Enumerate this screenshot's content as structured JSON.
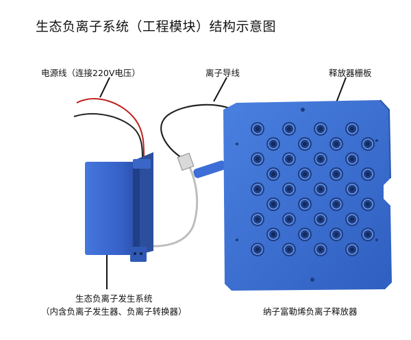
{
  "title": "生态负离子系统（工程模块）结构示意图",
  "labels": {
    "power_cord": "电源线（连接220V电压）",
    "ion_wire": "离子导线",
    "release_grid": "释放器栅板",
    "generator_line1": "生态负离子发生系统",
    "generator_line2": "（内含负离子发生器、负离子转换器）",
    "releaser": "纳子富勒烯负离子释放器"
  },
  "colors": {
    "plate_blue": "#3a6fd0",
    "box_blue": "#3b6ad2",
    "leader": "#111111"
  }
}
